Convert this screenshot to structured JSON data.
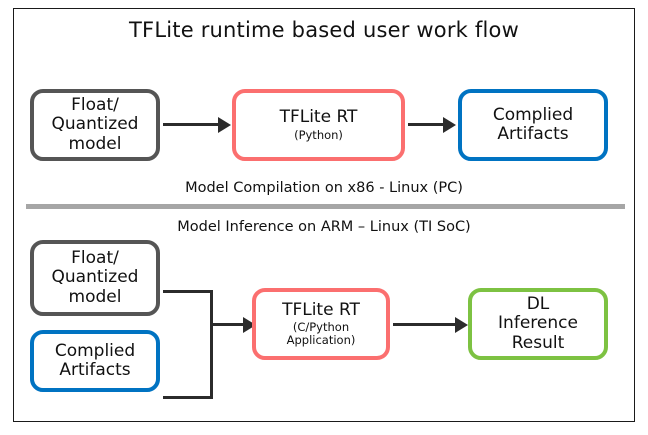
{
  "diagram": {
    "title": "TFLite runtime based user work flow",
    "colors": {
      "gray": "#555555",
      "red": "#fb6f6f",
      "blue": "#0073c2",
      "green": "#7dc242",
      "divider": "#a6a6a6",
      "arrow": "#2b2b2b",
      "frame": "#1a1a1a"
    },
    "sections": [
      {
        "caption": "Model Compilation on x86 - Linux (PC)"
      },
      {
        "caption": "Model Inference on ARM – Linux (TI SoC)"
      }
    ],
    "nodes": {
      "top_model": {
        "main": "Float/\nQuantized\nmodel",
        "sub": "",
        "color": "gray"
      },
      "top_runtime": {
        "main": "TFLite RT",
        "sub": "(Python)",
        "color": "red"
      },
      "top_output": {
        "main": "Complied\nArtifacts",
        "sub": "",
        "color": "blue"
      },
      "bot_model": {
        "main": "Float/\nQuantized\nmodel",
        "sub": "",
        "color": "gray"
      },
      "bot_artifacts": {
        "main": "Complied\nArtifacts",
        "sub": "",
        "color": "blue"
      },
      "bot_runtime": {
        "main": "TFLite RT",
        "sub": "(C/Python\nApplication)",
        "color": "red"
      },
      "bot_output": {
        "main": "DL\nInference\nResult",
        "sub": "",
        "color": "green"
      }
    }
  }
}
